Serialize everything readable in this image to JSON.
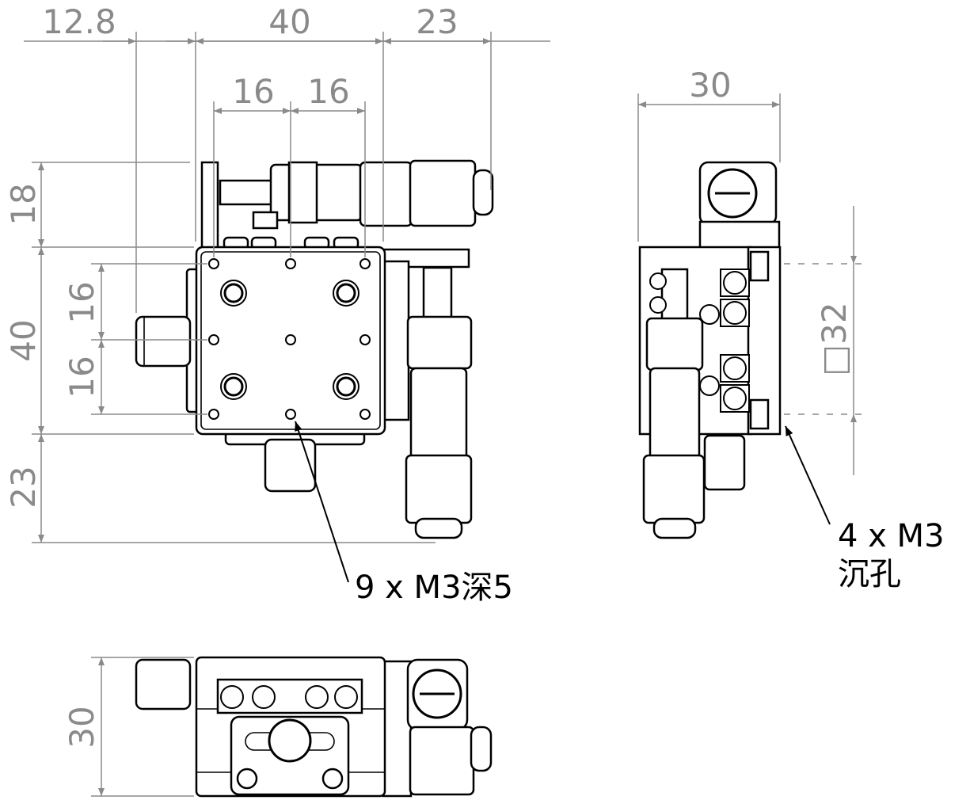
{
  "front_view": {
    "dims_top": {
      "left_offset": "12.8",
      "body_width": "40",
      "right_offset": "23"
    },
    "dims_holes_x": {
      "pitch_1": "16",
      "pitch_2": "16"
    },
    "dims_left": {
      "top_offset": "18",
      "body_height": "40",
      "bottom_offset": "23"
    },
    "dims_holes_y": {
      "pitch_1": "16",
      "pitch_2": "16"
    },
    "hole_callout": "9 x M3深5"
  },
  "side_view": {
    "width_dim": "30",
    "square_dim": "□32",
    "callout_line1": "4 x M3",
    "callout_line2": "沉孔"
  },
  "bottom_view": {
    "height_dim": "30"
  }
}
